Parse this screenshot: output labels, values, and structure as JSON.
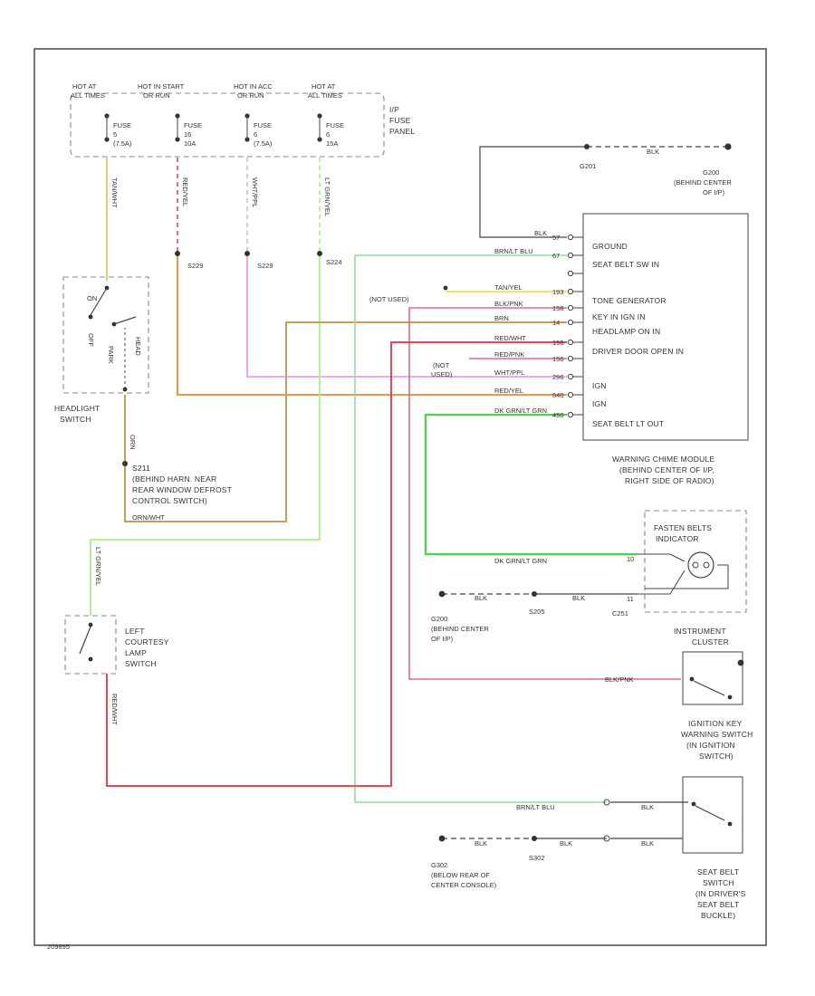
{
  "fuse_panel": {
    "label": [
      "I/P",
      "FUSE",
      "PANEL"
    ],
    "fuses": [
      {
        "hot": [
          "HOT AT",
          "ALL TIMES"
        ],
        "name": [
          "FUSE",
          "5",
          "(7.5A)"
        ],
        "wire": "TAN/WHT"
      },
      {
        "hot": [
          "HOT IN START",
          "OR RUN"
        ],
        "name": [
          "FUSE",
          "16",
          "10A"
        ],
        "wire": "RED/YEL"
      },
      {
        "hot": [
          "HOT IN ACC",
          "OR RUN"
        ],
        "name": [
          "FUSE",
          "6",
          "(7.5A)"
        ],
        "wire": "WHT/PPL"
      },
      {
        "hot": [
          "HOT AT",
          "ALL TIMES"
        ],
        "name": [
          "FUSE",
          "6",
          "15A"
        ],
        "wire": "LT GRN/YEL"
      }
    ]
  },
  "splices": {
    "s1": "S229",
    "s2": "S229",
    "s3": "S224"
  },
  "headlight_switch": {
    "label": [
      "HEADLIGHT",
      "SWITCH"
    ],
    "positions": [
      "ON",
      "OFF",
      "PARK",
      "HEAD"
    ]
  },
  "splice_note": {
    "id": "S211",
    "lines": [
      "(BEHIND HARN. NEAR",
      "REAR WINDOW DEFROST",
      "CONTROL SWITCH)"
    ],
    "wire_down": "ORN",
    "wire_bottom": "ORN/WHT"
  },
  "courtesy_switch": {
    "label": [
      "LEFT",
      "COURTESY",
      "LAMP",
      "SWITCH"
    ],
    "wire_top": "LT GRN/YEL",
    "wire_bottom": "RED/WHT"
  },
  "ground_top": {
    "splice": "G201",
    "wire": "BLK",
    "label": [
      "G200",
      "(BEHIND CENTER",
      "OF I/P)"
    ]
  },
  "module": {
    "label": [
      "WARNING CHIME MODULE",
      "(BEHIND CENTER OF I/P,",
      "RIGHT SIDE OF RADIO)"
    ],
    "pins": [
      {
        "num": "57",
        "wire": "BLK",
        "name": "GROUND"
      },
      {
        "num": "67",
        "wire": "BRN/LT BLU",
        "name": "SEAT BELT SW IN"
      },
      {
        "num": "",
        "wire": "",
        "name": ""
      },
      {
        "num": "193",
        "wire": "TAN/YEL",
        "name": "TONE GENERATOR"
      },
      {
        "num": "158",
        "wire": "BLK/PNK",
        "name": "KEY IN IGN IN"
      },
      {
        "num": "14",
        "wire": "BRN",
        "name": "HEADLAMP ON IN"
      },
      {
        "num": "156",
        "wire": "RED/WHT",
        "name": "DRIVER DOOR OPEN IN"
      },
      {
        "num": "156",
        "wire": "RED/PNK",
        "name": ""
      },
      {
        "num": "296",
        "wire": "WHT/PPL",
        "name": "IGN"
      },
      {
        "num": "640",
        "wire": "RED/YEL",
        "name": "IGN"
      },
      {
        "num": "450",
        "wire": "DK GRN/LT GRN",
        "name": "SEAT BELT LT OUT"
      }
    ],
    "not_used_1": "(NOT USED)",
    "not_used_2": [
      "(NOT",
      "USED)"
    ]
  },
  "indicator": {
    "label": [
      "FASTEN BELTS",
      "INDICATOR"
    ],
    "wire_in": "DK GRN/LT GRN",
    "pin_in": "10",
    "pin_out": "11",
    "connector": "C251",
    "wire_gnd1": "BLK",
    "wire_gnd2": "BLK",
    "splice": "S205",
    "ground_label": [
      "G200",
      "(BEHIND CENTER",
      "OF I/P)"
    ]
  },
  "instrument_cluster": {
    "label": [
      "INSTRUMENT",
      "CLUSTER"
    ]
  },
  "ignition_key_switch": {
    "label": [
      "IGNITION KEY",
      "WARNING SWITCH",
      "(IN IGNITION",
      "SWITCH)"
    ],
    "wire": "BLK/PNK"
  },
  "seat_belt_switch": {
    "label": [
      "SEAT BELT",
      "SWITCH",
      "(IN DRIVER'S",
      "SEAT BELT",
      "BUCKLE)"
    ],
    "wire_top": "BRN/LT BLU",
    "wire_top_conn": "BLK",
    "wire_bottom": "BLK",
    "wire_bottom_conn": "BLK",
    "wire_gnd": "BLK",
    "splice": "S302",
    "ground_label": [
      "G302",
      "(BELOW REAR OF",
      "CENTER CONSOLE)"
    ]
  },
  "footer": "209895",
  "colors": {
    "tan": "#e3c97a",
    "orange": "#f0964a",
    "pink": "#e98fe6",
    "green": "#aaee88",
    "brown": "#c2a055",
    "red": "#ee4455",
    "pinkred": "#e06a80",
    "yellow": "#f2e070",
    "dkgreen": "#4bd44b",
    "ltgreen": "#8ee0a0",
    "black": "#444444"
  }
}
